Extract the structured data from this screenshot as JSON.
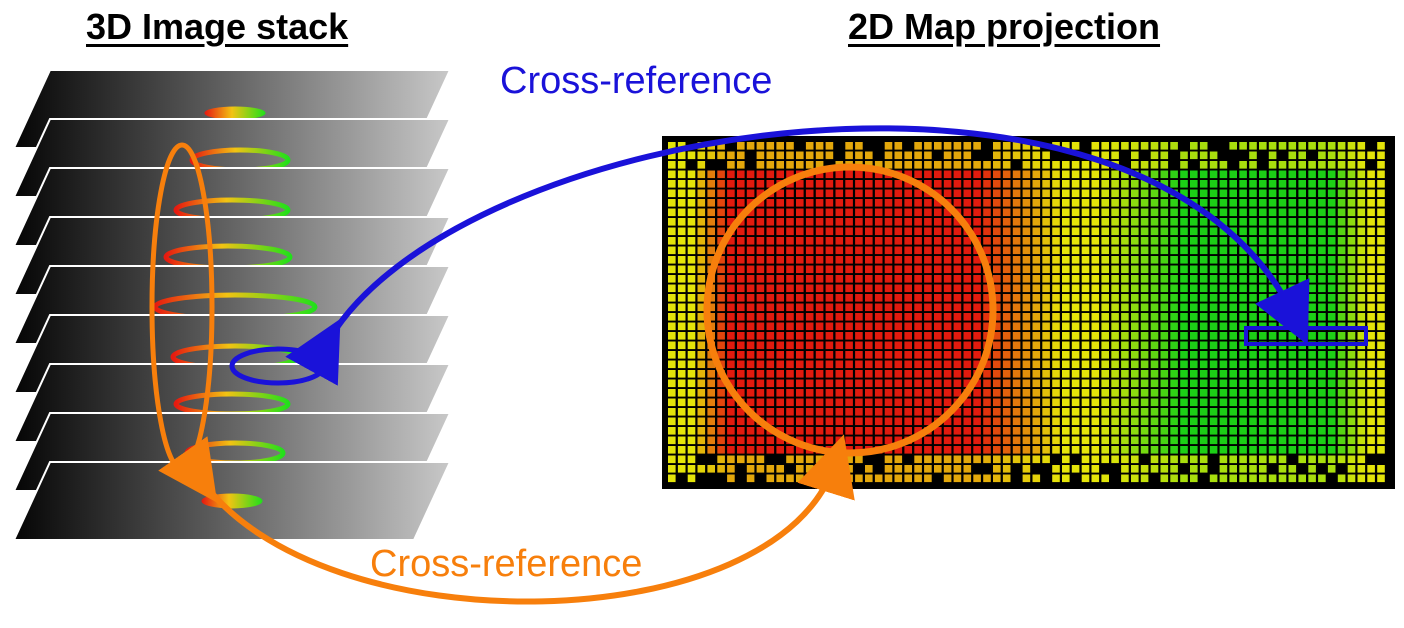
{
  "titles": {
    "left": "3D Image stack",
    "right": "2D Map projection"
  },
  "annotations": {
    "top_label": "Cross-reference",
    "bottom_label": "Cross-reference"
  },
  "colors": {
    "blue": "#1a12d9",
    "orange": "#f77f0c",
    "red": "#e11a0e",
    "yellow": "#e4e409",
    "green": "#1ccf16",
    "black": "#000000"
  },
  "stack": {
    "layer_count": 9
  },
  "map": {
    "columns": 73,
    "rows": 36
  }
}
